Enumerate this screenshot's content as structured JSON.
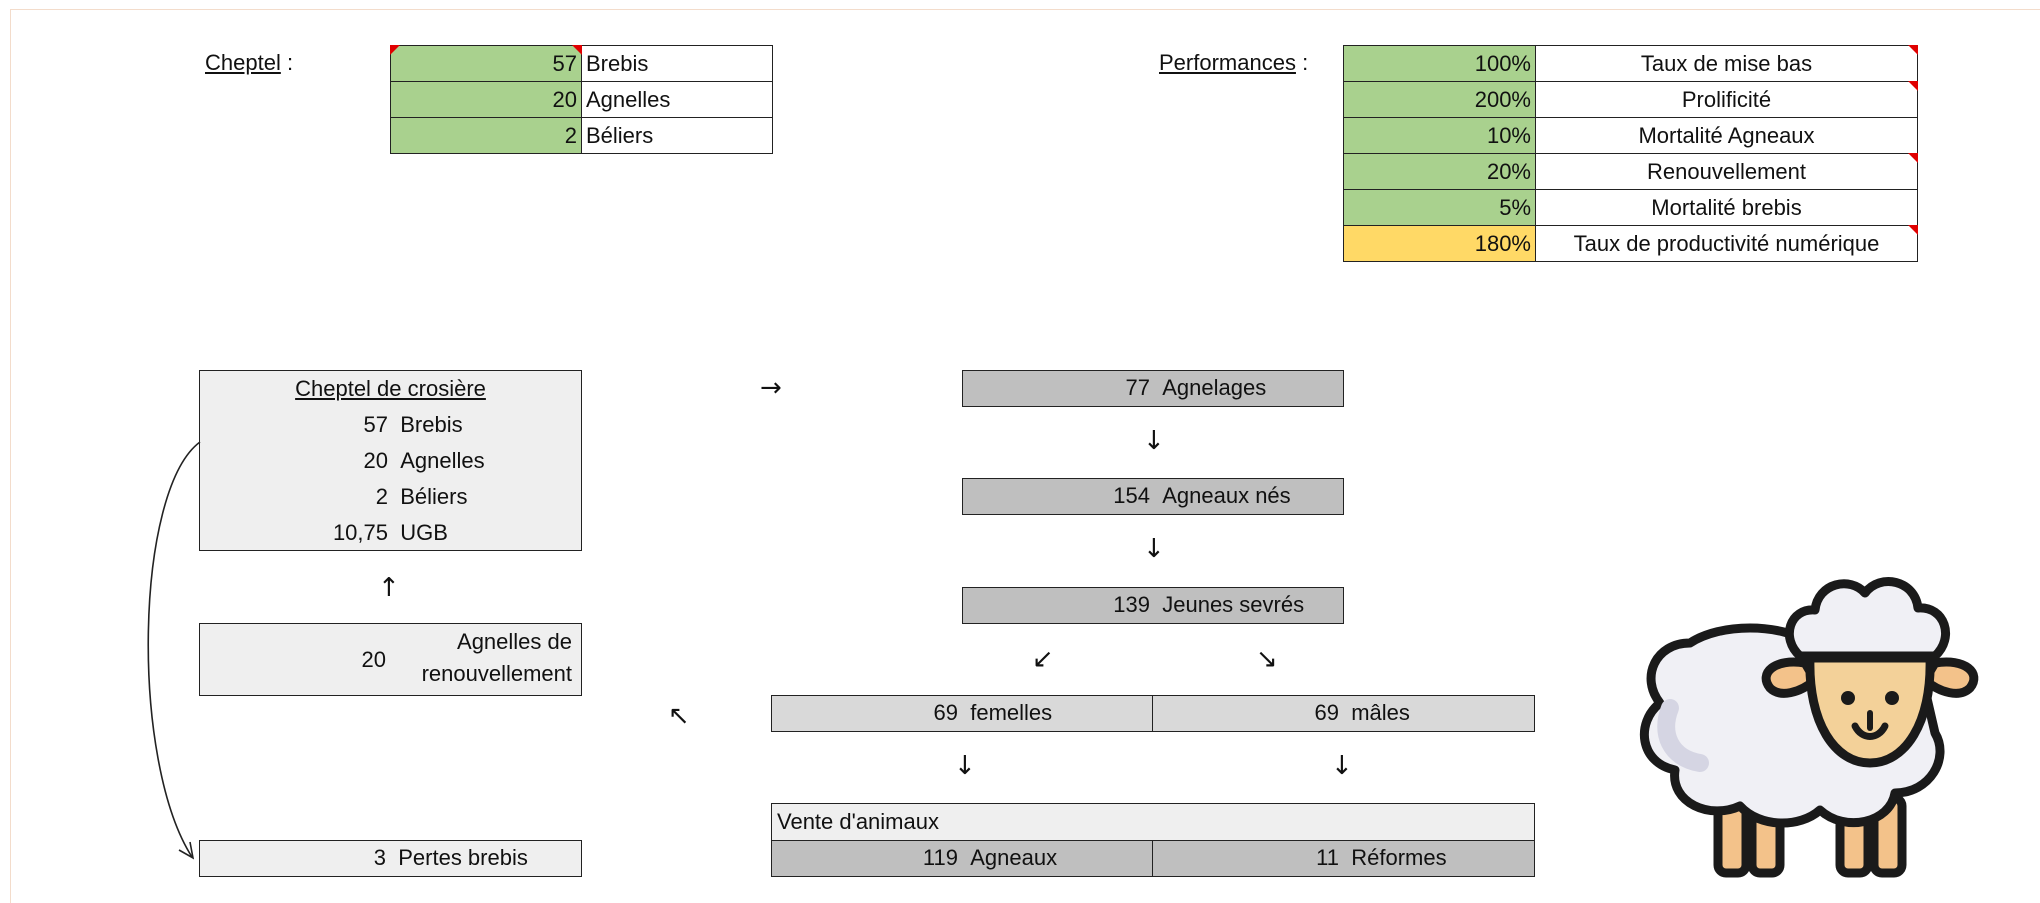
{
  "cheptel": {
    "label": "Cheptel",
    "colon": " :",
    "rows": [
      {
        "value": "57",
        "name": "Brebis"
      },
      {
        "value": "20",
        "name": "Agnelles"
      },
      {
        "value": "2",
        "name": "Béliers"
      }
    ]
  },
  "performances": {
    "label": "Performances",
    "colon": " :",
    "rows": [
      {
        "value": "100%",
        "name": "Taux de mise bas"
      },
      {
        "value": "200%",
        "name": "Prolificité"
      },
      {
        "value": "10%",
        "name": "Mortalité Agneaux"
      },
      {
        "value": "20%",
        "name": "Renouvellement"
      },
      {
        "value": "5%",
        "name": "Mortalité brebis"
      },
      {
        "value": "180%",
        "name": "Taux de productivité numérique"
      }
    ]
  },
  "croisiere": {
    "title": "Cheptel de crosière",
    "rows": [
      {
        "value": "57",
        "name": "Brebis"
      },
      {
        "value": "20",
        "name": "Agnelles"
      },
      {
        "value": "2",
        "name": "Béliers"
      },
      {
        "value": "10,75",
        "name": "UGB"
      }
    ]
  },
  "renouvellement": {
    "value": "20",
    "line1": "Agnelles de",
    "line2": "renouvellement"
  },
  "pertes": {
    "value": "3",
    "name": "Pertes brebis"
  },
  "flow": {
    "agnelages": {
      "value": "77",
      "name": "Agnelages"
    },
    "nes": {
      "value": "154",
      "name": "Agneaux nés"
    },
    "sevres": {
      "value": "139",
      "name": "Jeunes sevrés"
    },
    "femelles": {
      "value": "69",
      "name": "femelles"
    },
    "males": {
      "value": "69",
      "name": "mâles"
    }
  },
  "vente": {
    "title": "Vente d'animaux",
    "agneaux": {
      "value": "119",
      "name": "Agneaux"
    },
    "reformes": {
      "value": "11",
      "name": "Réformes"
    }
  },
  "arrows": {
    "right": "→",
    "down": "↓",
    "up": "↑",
    "down_left": "↙",
    "down_right": "↘",
    "up_left": "↖"
  },
  "illustration": {
    "icon": "sheep-icon"
  }
}
